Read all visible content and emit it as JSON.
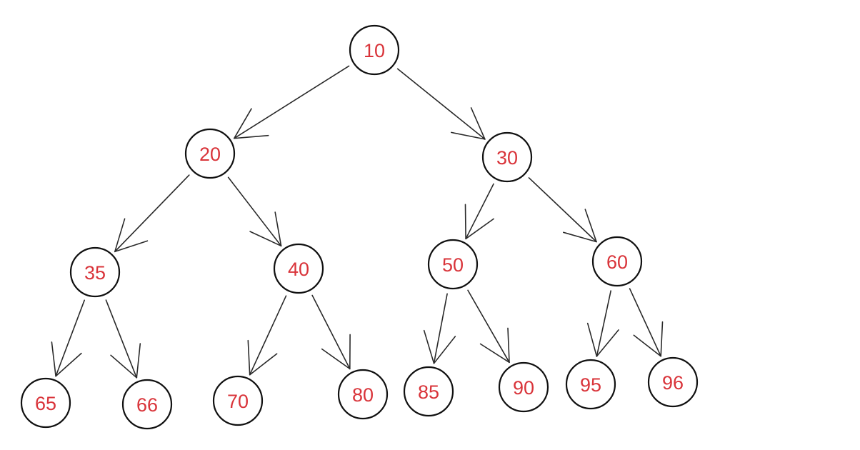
{
  "tree": {
    "colors": {
      "label": "#d9343a",
      "stroke": "#111111",
      "edge": "#2a2a2a"
    },
    "nodes": [
      {
        "id": "10",
        "label": "10"
      },
      {
        "id": "20",
        "label": "20"
      },
      {
        "id": "30",
        "label": "30"
      },
      {
        "id": "35",
        "label": "35"
      },
      {
        "id": "40",
        "label": "40"
      },
      {
        "id": "50",
        "label": "50"
      },
      {
        "id": "60",
        "label": "60"
      },
      {
        "id": "65",
        "label": "65"
      },
      {
        "id": "66",
        "label": "66"
      },
      {
        "id": "70",
        "label": "70"
      },
      {
        "id": "80",
        "label": "80"
      },
      {
        "id": "85",
        "label": "85"
      },
      {
        "id": "90",
        "label": "90"
      },
      {
        "id": "95",
        "label": "95"
      },
      {
        "id": "96",
        "label": "96"
      }
    ],
    "edges": [
      {
        "from": "10",
        "to": "20"
      },
      {
        "from": "10",
        "to": "30"
      },
      {
        "from": "20",
        "to": "35"
      },
      {
        "from": "20",
        "to": "40"
      },
      {
        "from": "30",
        "to": "50"
      },
      {
        "from": "30",
        "to": "60"
      },
      {
        "from": "35",
        "to": "65"
      },
      {
        "from": "35",
        "to": "66"
      },
      {
        "from": "40",
        "to": "70"
      },
      {
        "from": "40",
        "to": "80"
      },
      {
        "from": "50",
        "to": "85"
      },
      {
        "from": "50",
        "to": "90"
      },
      {
        "from": "60",
        "to": "95"
      },
      {
        "from": "60",
        "to": "96"
      }
    ]
  }
}
